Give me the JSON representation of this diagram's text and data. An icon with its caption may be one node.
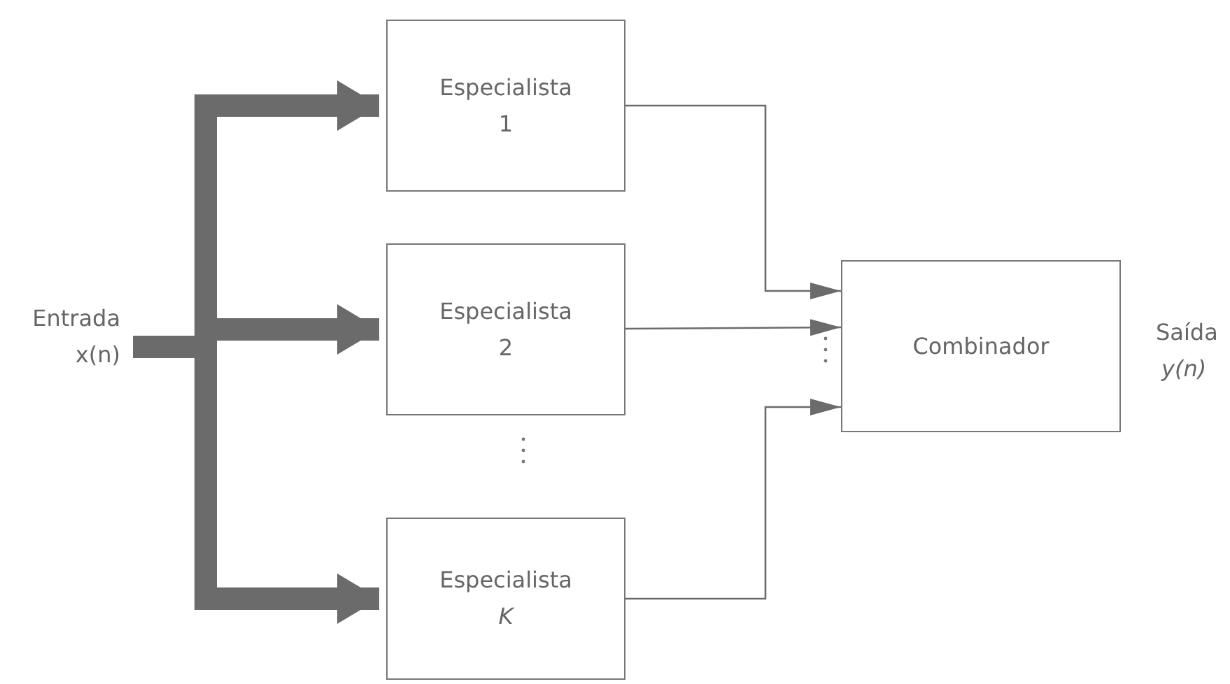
{
  "diagram": {
    "nodes": [
      {
        "text": [
          "Entrada x(n)"
        ]
      },
      {
        "text": [
          "Especialista 1"
        ]
      },
      {
        "text": [
          "Especialista 2"
        ]
      },
      {
        "text": [
          "Especialista *K*"
        ]
      },
      {
        "text": [
          "Combinador"
        ]
      }
    ],
    "edges": [
      {
        "from": 0,
        "to": 1,
        "arrow": "to",
        "style": "thick"
      },
      {
        "from": 0,
        "to": 2,
        "arrow": "to",
        "style": "thick"
      },
      {
        "from": 0,
        "to": 3,
        "arrow": "to",
        "style": "thick"
      },
      {
        "from": 1,
        "to": 4,
        "arrow": "to"
      },
      {
        "from": 2,
        "to": 4,
        "arrow": "to"
      },
      {
        "from": 3,
        "to": 4,
        "arrow": "to"
      }
    ],
    "labels": [
      "Saída",
      "y(n)"
    ]
  }
}
